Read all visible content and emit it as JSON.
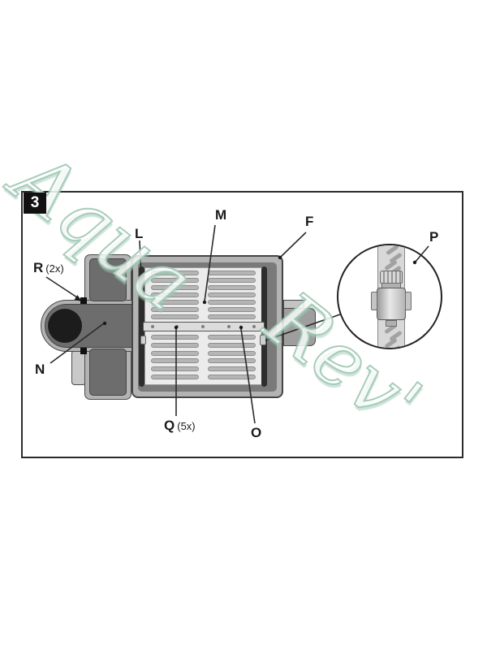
{
  "figure": {
    "number": "3"
  },
  "watermark": {
    "word1": "Aqua",
    "word2": "Rev'"
  },
  "labels": {
    "r": {
      "letter": "R",
      "count": "(2x)"
    },
    "l": {
      "letter": "L"
    },
    "m": {
      "letter": "M"
    },
    "f": {
      "letter": "F"
    },
    "p": {
      "letter": "P"
    },
    "n": {
      "letter": "N"
    },
    "q": {
      "letter": "Q",
      "count": "(5x)"
    },
    "o": {
      "letter": "O"
    }
  },
  "colors": {
    "housing_light": "#b3b3b3",
    "housing_dark": "#6d6d6d",
    "inner_frame": "#7a7a7a",
    "grille_panel": "#ebebeb",
    "grille_slot": "#b5b5b5",
    "seal_bar": "#2d2d2d",
    "clamp_band": "#d8d8d8",
    "inlet": "#1c1c1c",
    "watermark": "#9ec8b4",
    "line": "#2b2b2b"
  }
}
